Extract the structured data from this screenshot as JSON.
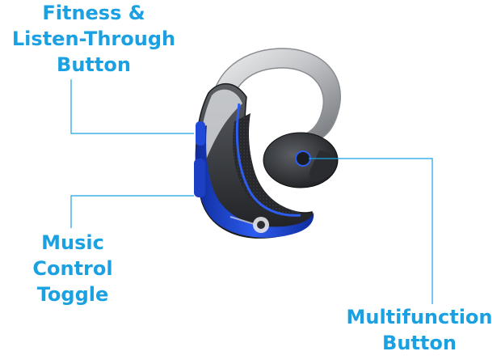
{
  "colors": {
    "label": "#1ba1e2",
    "leader_line": "#1ba1e2",
    "headset_body": "#2b2d31",
    "headset_silver": "#c7c9cc",
    "accent_blue": "#1f47d6"
  },
  "icons": {
    "headset": "bluetooth-earpiece-headset",
    "brand_logo": "brand-logo-emblem"
  },
  "labels": {
    "fitness": [
      "Fitness &",
      "Listen-Through",
      "Button"
    ],
    "music": [
      "Music",
      "Control",
      "Toggle"
    ],
    "multifunction": [
      "Multifunction",
      "Button"
    ]
  }
}
